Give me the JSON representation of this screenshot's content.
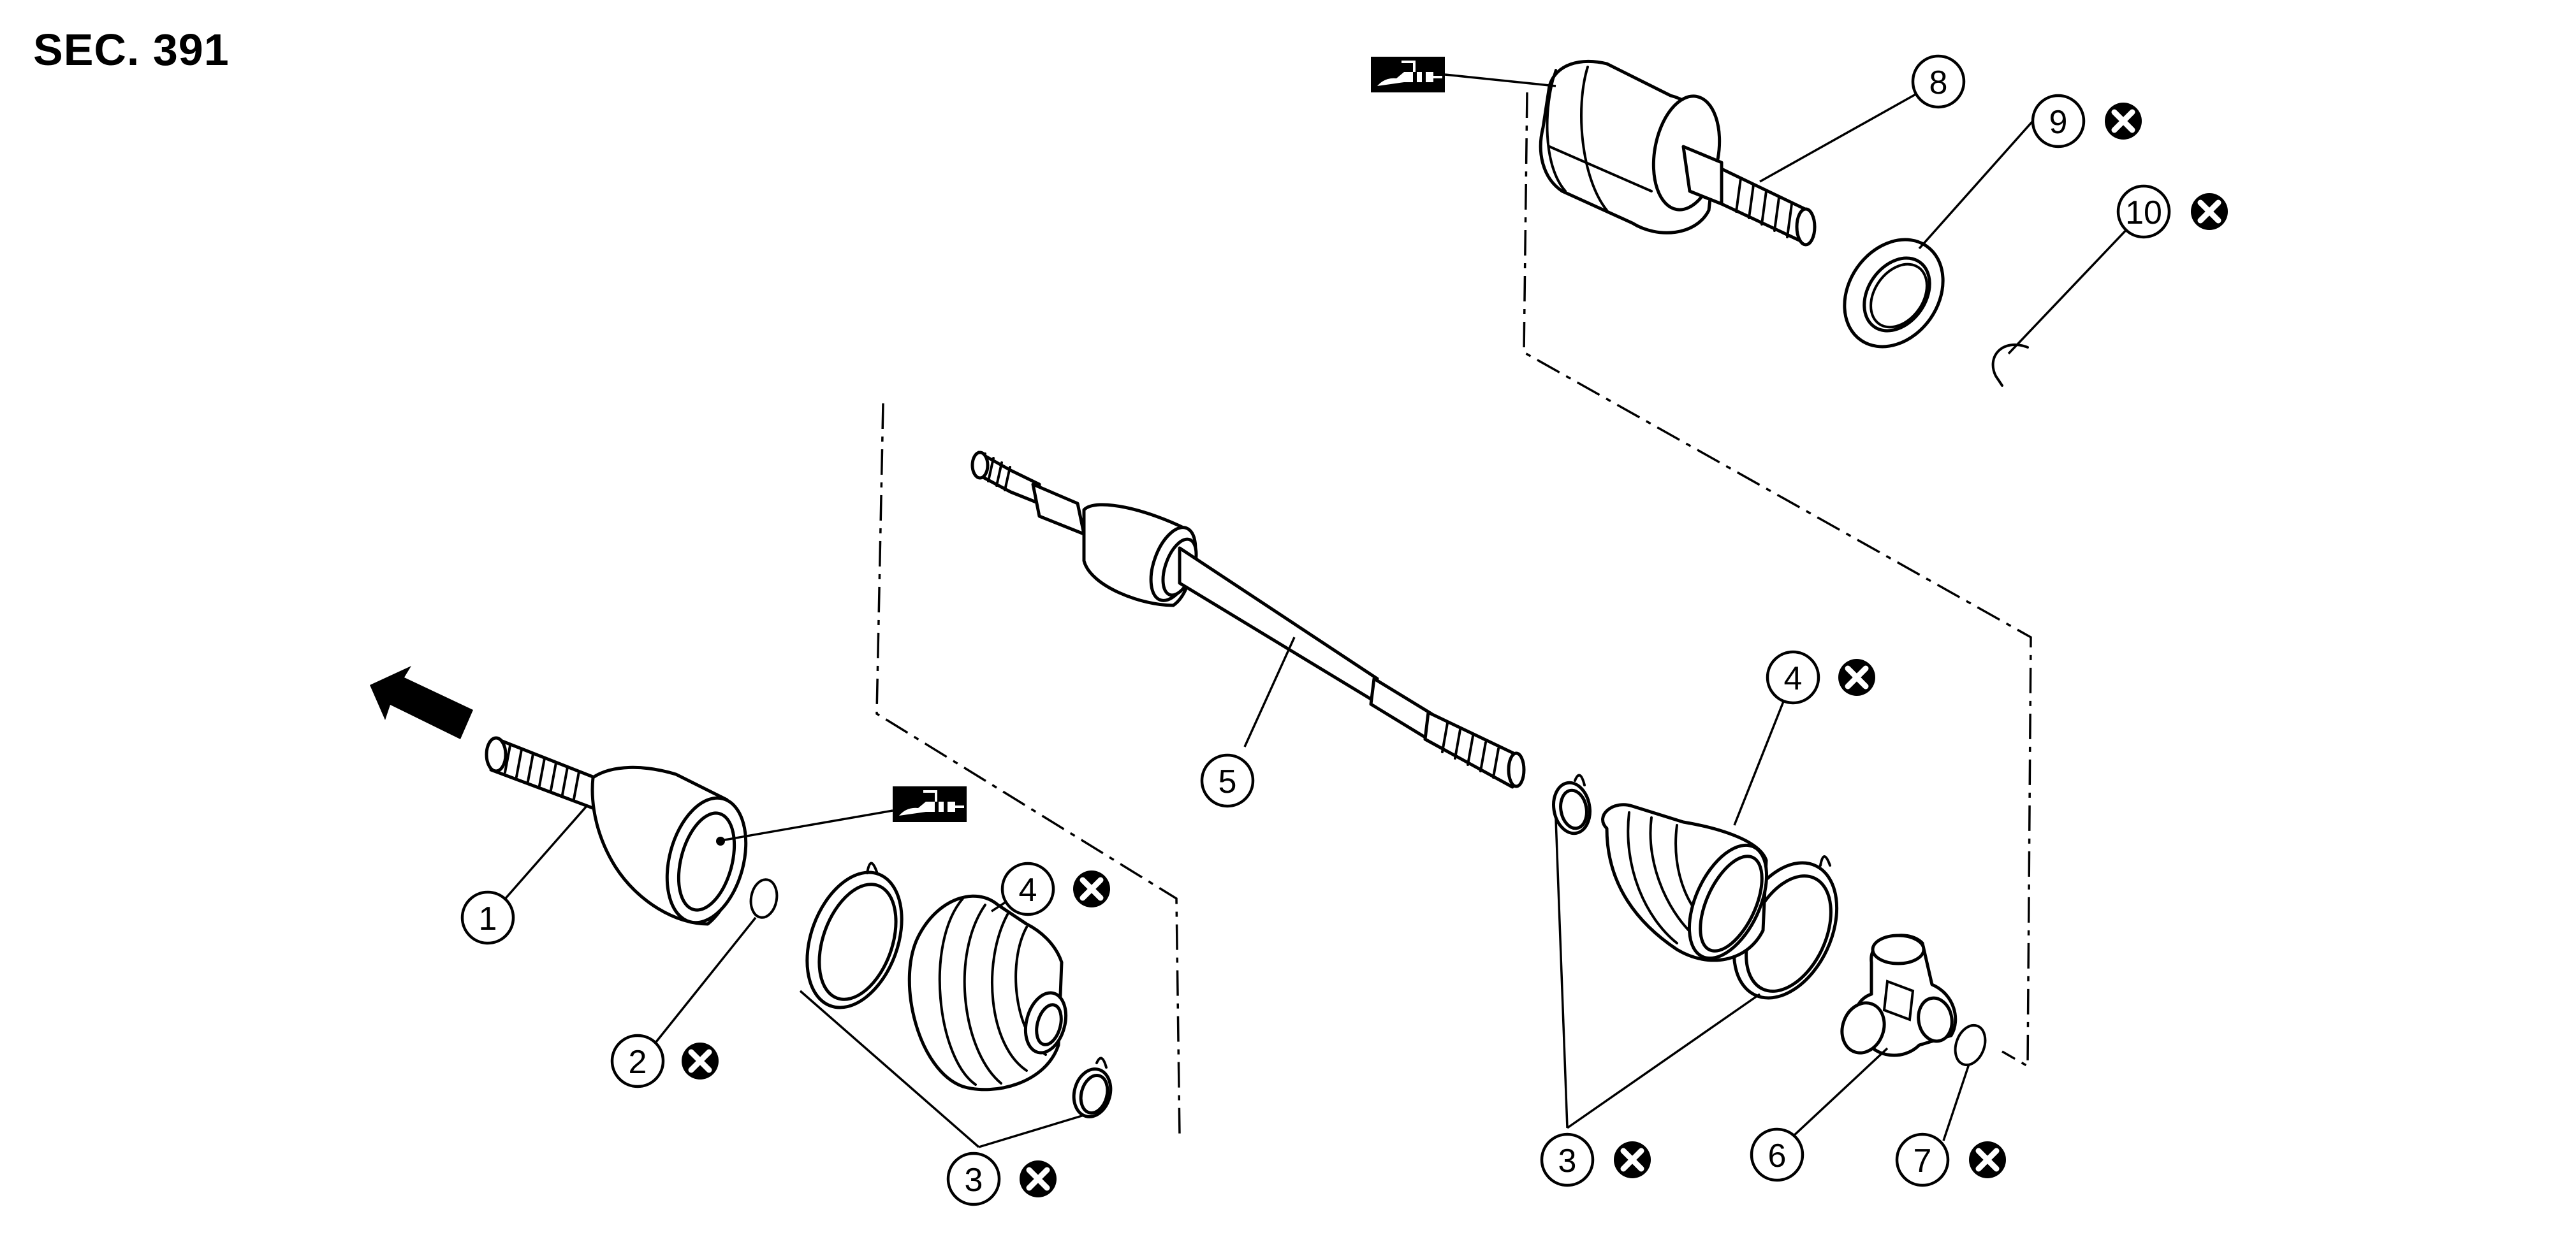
{
  "section_label": "SEC. 391",
  "callouts": [
    {
      "id": "p1",
      "number": "1",
      "replace_mark": false
    },
    {
      "id": "p2",
      "number": "2",
      "replace_mark": true
    },
    {
      "id": "p3a",
      "number": "3",
      "replace_mark": true
    },
    {
      "id": "p4a",
      "number": "4",
      "replace_mark": true
    },
    {
      "id": "p5",
      "number": "5",
      "replace_mark": false
    },
    {
      "id": "p3b",
      "number": "3",
      "replace_mark": true
    },
    {
      "id": "p4b",
      "number": "4",
      "replace_mark": true
    },
    {
      "id": "p6",
      "number": "6",
      "replace_mark": false
    },
    {
      "id": "p7",
      "number": "7",
      "replace_mark": true
    },
    {
      "id": "p8",
      "number": "8",
      "replace_mark": false
    },
    {
      "id": "p9",
      "number": "9",
      "replace_mark": true
    },
    {
      "id": "p10",
      "number": "10",
      "replace_mark": true
    }
  ],
  "symbols": {
    "replace_mark_icon": "x-in-circle-icon",
    "grease_symbol_icon": "grease-gun-icon",
    "front_arrow_icon": "front-direction-arrow-icon"
  },
  "colors": {
    "line": "#000000",
    "background": "#ffffff"
  }
}
